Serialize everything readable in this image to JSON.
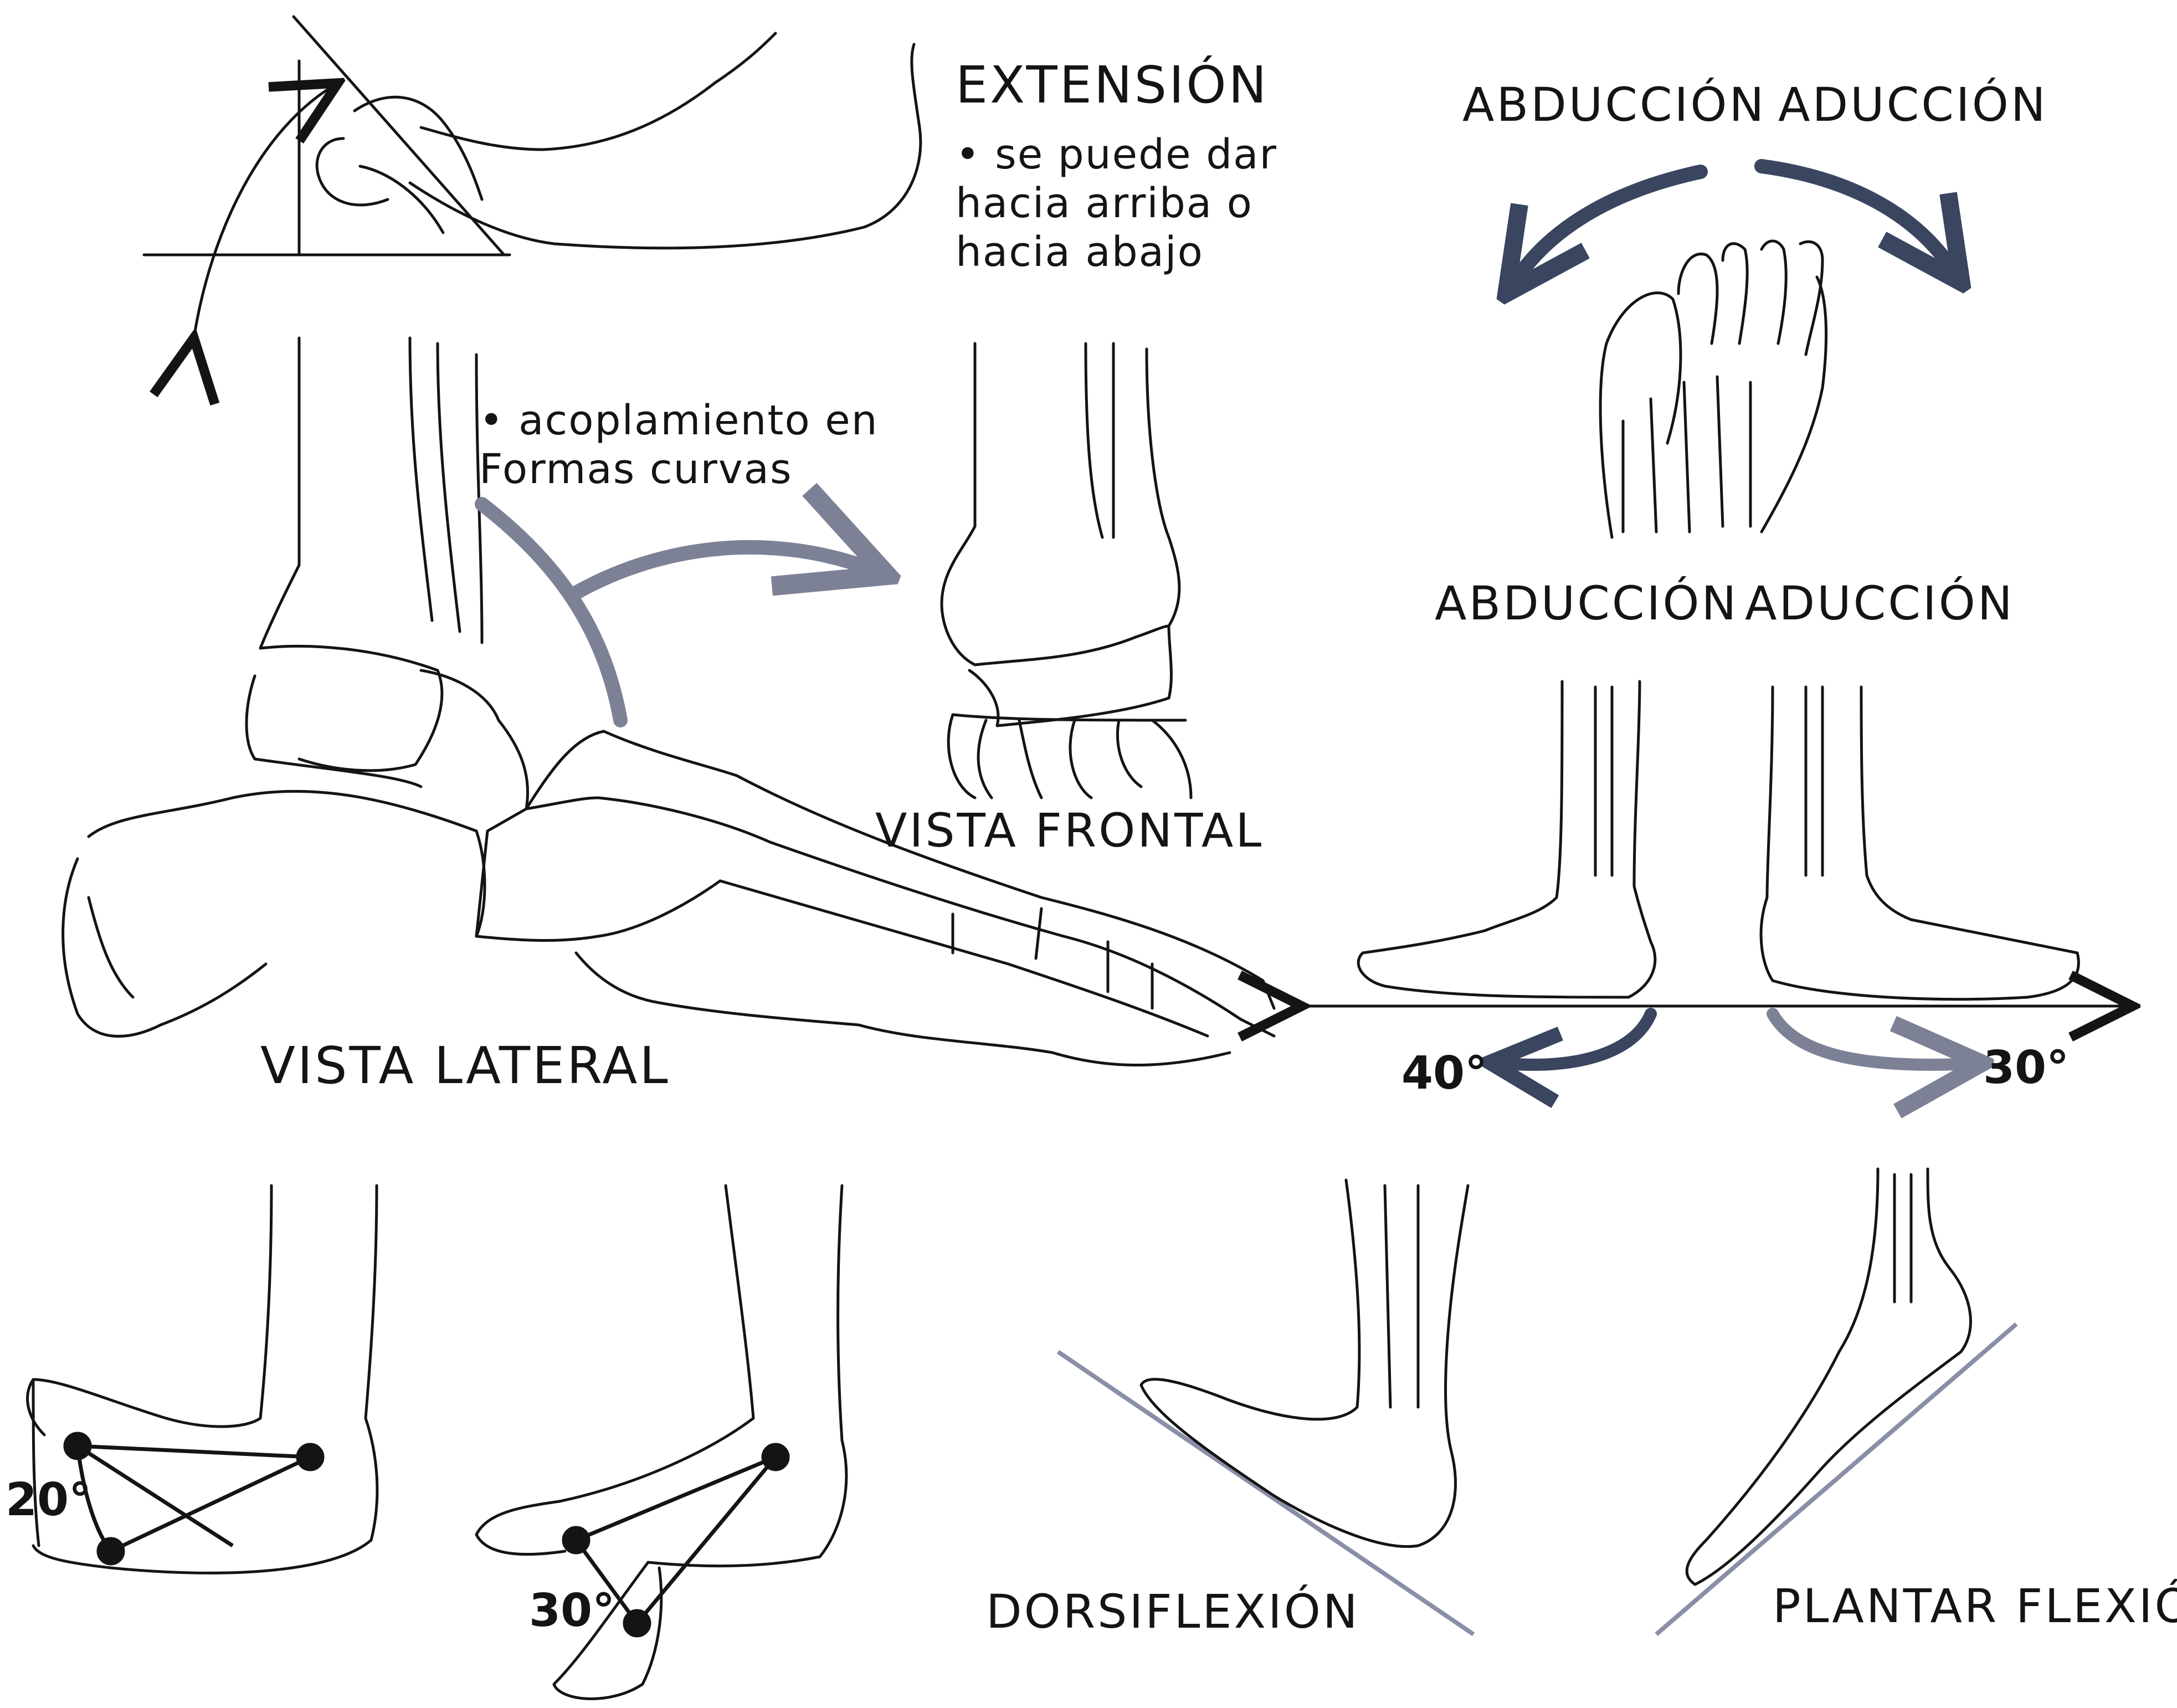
{
  "labels": {
    "extension_title": "EXTENSIÓN",
    "extension_note": "• se puede dar\nhacia arriba o\nhacia abajo",
    "coupling_note": "• acoplamiento en\nFormas curvas",
    "vista_frontal": "VISTA FRONTAL",
    "vista_lateral": "VISTA LATERAL",
    "abduccion_top": "ABDUCCIÓN",
    "aduccion_top": "ADUCCIÓN",
    "abduccion_mid": "ABDUCCIÓN",
    "aduccion_mid": "ADUCCIÓN",
    "angle_40": "40°",
    "angle_30_right": "30°",
    "angle_20": "20°",
    "angle_30_bottom": "30°",
    "dorsiflexion": "DORSIFLEXIÓN",
    "plantar_flexion": "PLANTAR FLEXIÓN"
  },
  "colors": {
    "ink": "#141414",
    "arrow_blue": "#3a4560",
    "arrow_grey": "#7d8196",
    "plane_line": "#8a8fa8"
  }
}
